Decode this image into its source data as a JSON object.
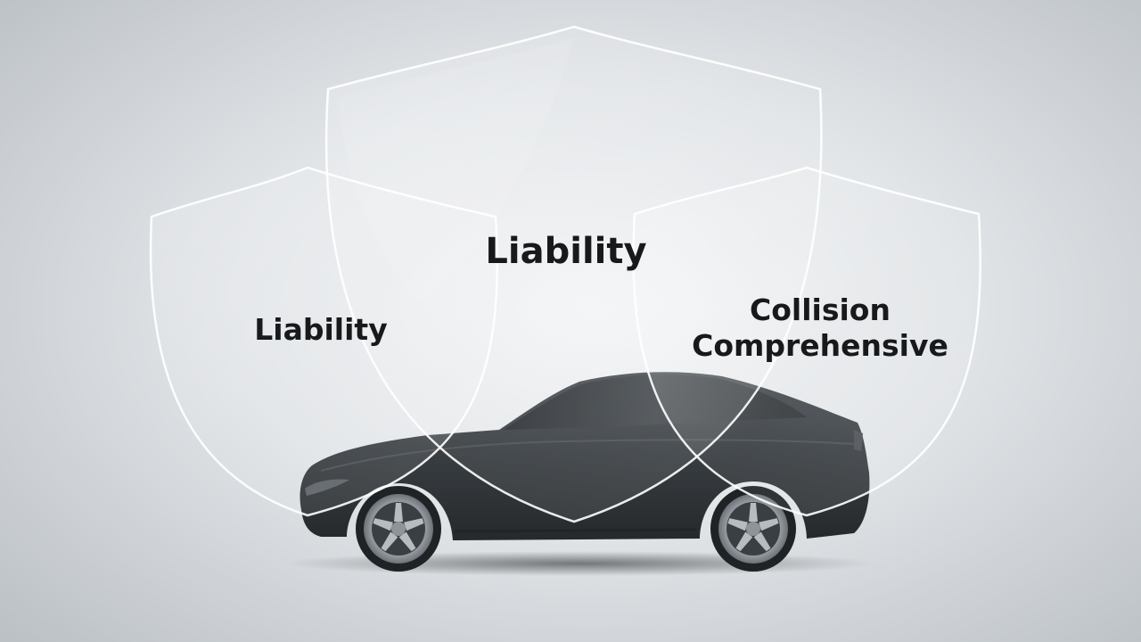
{
  "diagram": {
    "shields": [
      {
        "id": "center",
        "lines": [
          "Liability"
        ]
      },
      {
        "id": "left",
        "lines": [
          "Liability"
        ]
      },
      {
        "id": "right",
        "lines": [
          "Collision",
          "Comprehensive"
        ]
      }
    ]
  },
  "colors": {
    "background_center": "#f4f5f6",
    "background_edge": "#bcc1c6",
    "car_body": "#3a3f43",
    "shield_outline": "#ffffff",
    "label_text": "#17191b"
  }
}
